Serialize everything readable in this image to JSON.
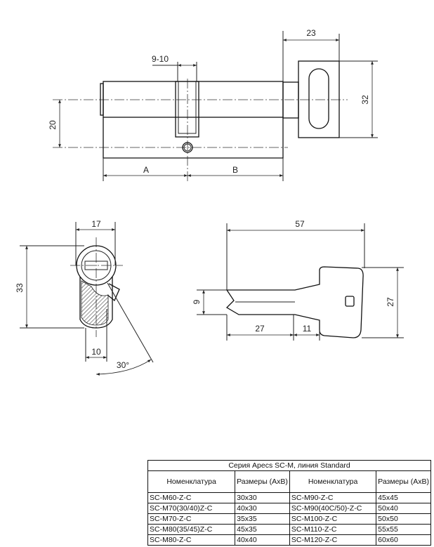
{
  "top_view": {
    "dim_width_knob": "23",
    "dim_cam": "9-10",
    "dim_height_knob": "32",
    "dim_offset": "20",
    "dim_a": "A",
    "dim_b": "B"
  },
  "end_view": {
    "dim_width": "17",
    "dim_height": "33",
    "dim_bottom": "10",
    "dim_angle": "30°"
  },
  "key_view": {
    "dim_length": "57",
    "dim_head_height": "27",
    "dim_blade_height": "9",
    "dim_blade_length": "27",
    "dim_shoulder": "11"
  },
  "table": {
    "title": "Серия Apecs SC-M, линия Standard",
    "headers": [
      "Номенклатура",
      "Размеры (AxB)",
      "Номенклатура",
      "Размеры (AxB)"
    ],
    "rows": [
      [
        "SC-M60-Z-C",
        "30x30",
        "SC-M90-Z-C",
        "45x45"
      ],
      [
        "SC-M70(30/40)Z-C",
        "40x30",
        "SC-M90(40C/50)-Z-C",
        "50x40"
      ],
      [
        "SC-M70-Z-C",
        "35x35",
        "SC-M100-Z-C",
        "50x50"
      ],
      [
        "SC-M80(35/45)Z-C",
        "45x35",
        "SC-M110-Z-C",
        "55x55"
      ],
      [
        "SC-M80-Z-C",
        "40x40",
        "SC-M120-Z-C",
        "60x60"
      ]
    ]
  }
}
